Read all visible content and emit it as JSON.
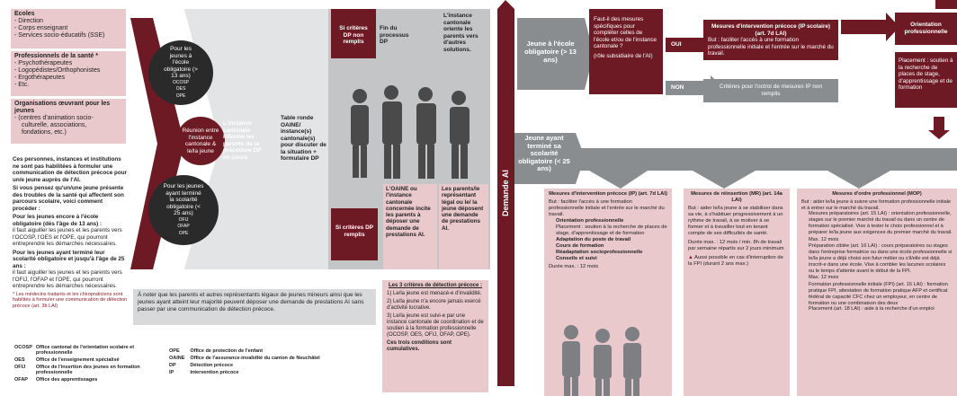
{
  "left_panel": {
    "ecoles_title": "Ecoles",
    "ecoles_items": [
      "- Direction",
      "- Corps enseignant",
      "- Services socio-éducatifs (SSE)"
    ],
    "sante_title": "Professionnels de la santé *",
    "sante_items": [
      "- Psychothérapeutes",
      "- Logopédistes/Orthophonistes",
      "- Ergothérapeutes",
      "- Etc."
    ],
    "orgs_title": "Organisations œuvrant pour les jeunes",
    "orgs_items": [
      "- (centres d'animation socio-",
      "culturelle, associations,",
      "fondations, etc.)"
    ],
    "para1": "Ces personnes, instances et institutions ne sont pas habilitées à formuler une communication de détection précoce pour un/e jeune auprès de l'AI.",
    "para2": "Si vous pensez qu'un/une jeune présente des troubles de la santé qui affectent son parcours scolaire, voici comment procéder :",
    "para3_title": "Pour les jeunes encore à l'école obligatoire (dès l'âge de 13 ans) :",
    "para3": "il faut aiguiller les jeunes et les parents vers l'OCOSP, l'OES et l'OPE, qui pourront entreprendre les démarches nécessaires.",
    "para4_title": "Pour les jeunes ayant terminé leur scolarité obligatoire et jusqu'à l'âge de 25 ans :",
    "para4": "il faut aiguiller les jeunes et les parents vers l'OFIJ, l'OFAP et l'OPE, qui pourront entreprendre les démarches nécessaires.",
    "footnote": "* Les médecins traitants et les chiropraticiens sont habilités à formuler une communication de détection précoce (art. 3b LAI)"
  },
  "glossary": [
    {
      "abbr": "OCOSP",
      "text": "Office cantonal de l'orientation scolaire et professionnelle"
    },
    {
      "abbr": "OES",
      "text": "Office de l'enseignement spécialisé"
    },
    {
      "abbr": "OFIJ",
      "text": "Office de l'insertion des jeunes en formation professionnelle"
    },
    {
      "abbr": "OFAP",
      "text": "Office des apprentissages"
    },
    {
      "abbr": "OPE",
      "text": "Office de protection de l'enfant"
    },
    {
      "abbr": "OAINE",
      "text": "Office de l'assurance-invalidité du canton de Neuchâtel"
    },
    {
      "abbr": "DP",
      "text": "Détection précoce"
    },
    {
      "abbr": "IP",
      "text": "Intervention précoce"
    }
  ],
  "circle1": {
    "title": "Pour les jeunes à l'école obligatoire (> 13 ans)",
    "items": [
      "OCOSP",
      "OES",
      "OPE"
    ]
  },
  "circle2": {
    "title": "Pour les jeunes ayant terminé la scolarité obligatoire (< 25 ans)",
    "items": [
      "OFIJ",
      "OFAP",
      "OPE"
    ]
  },
  "reunion": "Réunion entre l'instance cantonale & le/la jeune",
  "instance_informe": "L'instance cantonale informe les parents de la procédure DP en cours.",
  "table_ronde": "Table ronde OAINE/ instance(s) cantonale(s) pour discuter de la situation + formulaire DP",
  "si_non_remplis": "Si critères DP non remplis",
  "fin_processus": "Fin du processus DP",
  "instance_oriente": "L'instance cantonale oriente les parents vers d'autres solutions.",
  "si_remplis": "Si critères DP remplis",
  "oaine_box": "L'OAINE ou l'instance cantonale concernée incite les parents à déposer une demande de prestations AI.",
  "parents_box": "Les parents/le représentant légal ou le/ la jeune déposent une demande de prestations AI.",
  "note": "À noter que les parents et autres représentants légaux de jeunes mineurs ainsi que les jeunes ayant atteint leur majorité peuvent déposer une demande de prestations AI sans passer par une communication de détection précoce.",
  "criteres": {
    "title": "Les 3 critères de détection précoce :",
    "items": [
      "1) Le/la jeune est menacé-e d'invalidité.",
      "2) Le/la jeune n'a encore jamais exercé d'activité lucrative.",
      "3) Le/la jeune est suivi-e par une instance cantonale de coordination et de soutien à la formation professionnelle (OCOSP, OES, OFIJ, OFAP, OPE)."
    ],
    "footer": "Ces trois conditions sont cumulatives."
  },
  "demande_ai": "Demande AI",
  "jeune_ecole": "Jeune à l'école obligatoire (> 13 ans)",
  "question": "Faut-il des mesures spécifiques pour compléter celles de l'école et/ou de l'instance cantonale ?",
  "question_sub": "(rôle subsidiaire de l'AI)",
  "oui": "OUI",
  "non": "NON",
  "mip_title": "Mesures d'intervention précoce (IP scolaire) (art. 7d LAI)",
  "mip_text": "But : faciliter l'accès à une formation professionnelle initiale et l'entrée sur le marché du travail.",
  "criteres_octroi": "Critères pour l'octroi de mesures IP non remplis",
  "orientation": "Orientation professionnelle",
  "placement": "Placement : soutien à la recherche de places de stage, d'apprentissage et de formation",
  "jeune_termine": "Jeune ayant terminé sa scolarité obligatoire (< 25 ans)",
  "col1": {
    "title": "Mesures d'intervention précoce (IP) (art. 7d LAI)",
    "intro": "But : faciliter l'accès à une formation professionnelle initiale et l'entrée sur le marché du travail.",
    "items": [
      "Orientation professionnelle",
      "Placement : soutien à la recherche de places de stage, d'apprentissage et de formation",
      "Adaptation du poste de travail",
      "Cours de formation",
      "Réadaptation socioprofessionnelle",
      "Conseils et suivi"
    ],
    "duree": "Durée max. : 12 mois"
  },
  "col2": {
    "title": "Mesures de réinsertion (MR) (art. 14a LAI)",
    "intro": "But : aider le/la jeune à se stabiliser dans sa vie, à s'habituer progressivement à un rythme de travail, à se motiver à se former et à travailler tout en tenant compte de ses difficultés de santé.",
    "duree": "Durée max. : 12 mois / min. 8h de travail par semaine répartis sur 2 jours minimum",
    "warn": "Aussi possible en cas d'interruption de la FPI (durant 2 ans max.)"
  },
  "col3": {
    "title": "Mesures d'ordre professionnel (MOP)",
    "intro": "But : aider le/la jeune à suivre une formation professionnelle initiale et à entrer sur le marché du travail.",
    "items": [
      "Mesures préparatoires (art. 15 LAI) : orientation professionnelle, stages sur le premier marché du travail ou dans un centre de formation spécialisé. Vise à tester le choix professionnel et à préparer le/la jeune aux exigences du premier marché du travail.",
      "Max. 12 mois",
      "Préparation ciblée (art. 16 LAI) : cours préparatoires ou stages dans l'entreprise formatrice ou dans une école professionnelle si le/la jeune a déjà choisi son futur métier ou s'il/elle est déjà inscrit-e dans une école. Vise à combler les lacunes scolaires ou le temps d'attente avant le début de la FPI.",
      "Max. 12 mois",
      "Formation professionnelle initiale (FPI) (art. 16 LAI) : formation pratique FPI, attestation de formation pratique AFP et certificat fédéral de capacité CFC chez un employeur, en centre de formation ou une combinaison des deux",
      "Placement (art. 18 LAI) : aide à la recherche d'un emploi"
    ]
  },
  "colors": {
    "dark_red": "#6e1a24",
    "pink": "#eac9cc",
    "grey": "#8a8d90",
    "light_grey": "#d8d9db"
  }
}
